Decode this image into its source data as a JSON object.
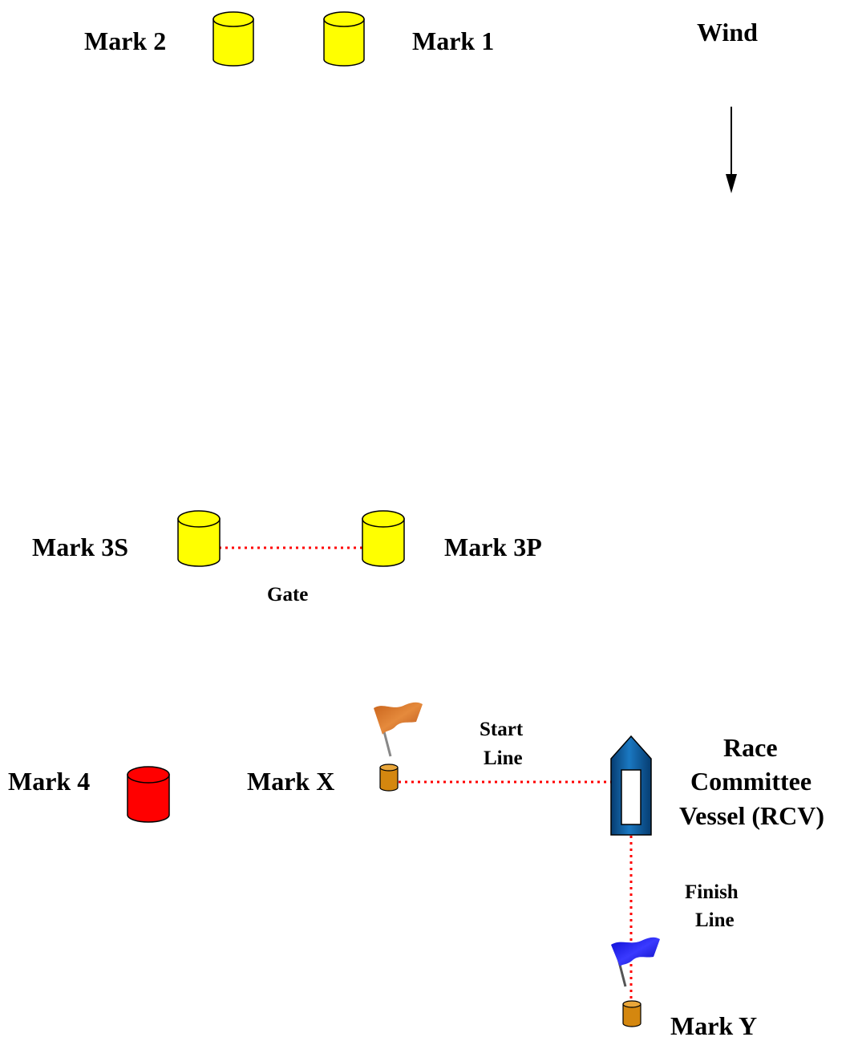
{
  "marks": {
    "mark2": "Mark 2",
    "mark1": "Mark 1",
    "mark3s": "Mark 3S",
    "mark3p": "Mark 3P",
    "mark4": "Mark 4",
    "markx": "Mark X",
    "marky": "Mark Y"
  },
  "wind": {
    "label": "Wind",
    "direction": "down"
  },
  "lines": {
    "gate": "Gate",
    "start": [
      "Start",
      "Line"
    ],
    "finish": [
      "Finish",
      "Line"
    ]
  },
  "vessel": {
    "label": [
      "Race",
      "Committee",
      "Vessel (RCV)"
    ]
  },
  "colors": {
    "mark_yellow": "#ffff00",
    "mark_red": "#ff0000",
    "small_mark": "#d4870f",
    "line_red": "#ff0000",
    "start_flag": "#d2691e",
    "finish_flag": "#1010e0",
    "vessel": "#0b5fa5"
  }
}
